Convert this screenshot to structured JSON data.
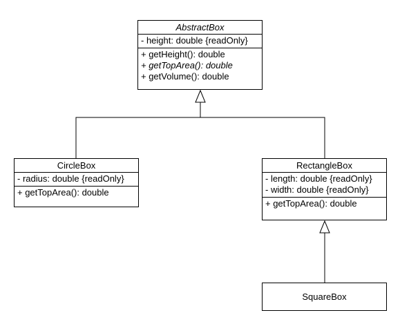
{
  "diagram": {
    "abstract_box": {
      "name": "AbstractBox",
      "attributes": [
        "- height: double {readOnly}"
      ],
      "operations": [
        "+ getHeight(): double",
        "+ getTopArea(): double",
        "+ getVolume(): double"
      ]
    },
    "circle_box": {
      "name": "CircleBox",
      "attributes": [
        "- radius: double {readOnly}"
      ],
      "operations": [
        "+ getTopArea(): double"
      ]
    },
    "rectangle_box": {
      "name": "RectangleBox",
      "attributes": [
        "- length: double {readOnly}",
        "- width: double {readOnly}"
      ],
      "operations": [
        "+ getTopArea(): double"
      ]
    },
    "square_box": {
      "name": "SquareBox"
    },
    "relationships": [
      {
        "type": "generalization",
        "from": "CircleBox",
        "to": "AbstractBox"
      },
      {
        "type": "generalization",
        "from": "RectangleBox",
        "to": "AbstractBox"
      },
      {
        "type": "generalization",
        "from": "SquareBox",
        "to": "RectangleBox"
      }
    ]
  }
}
